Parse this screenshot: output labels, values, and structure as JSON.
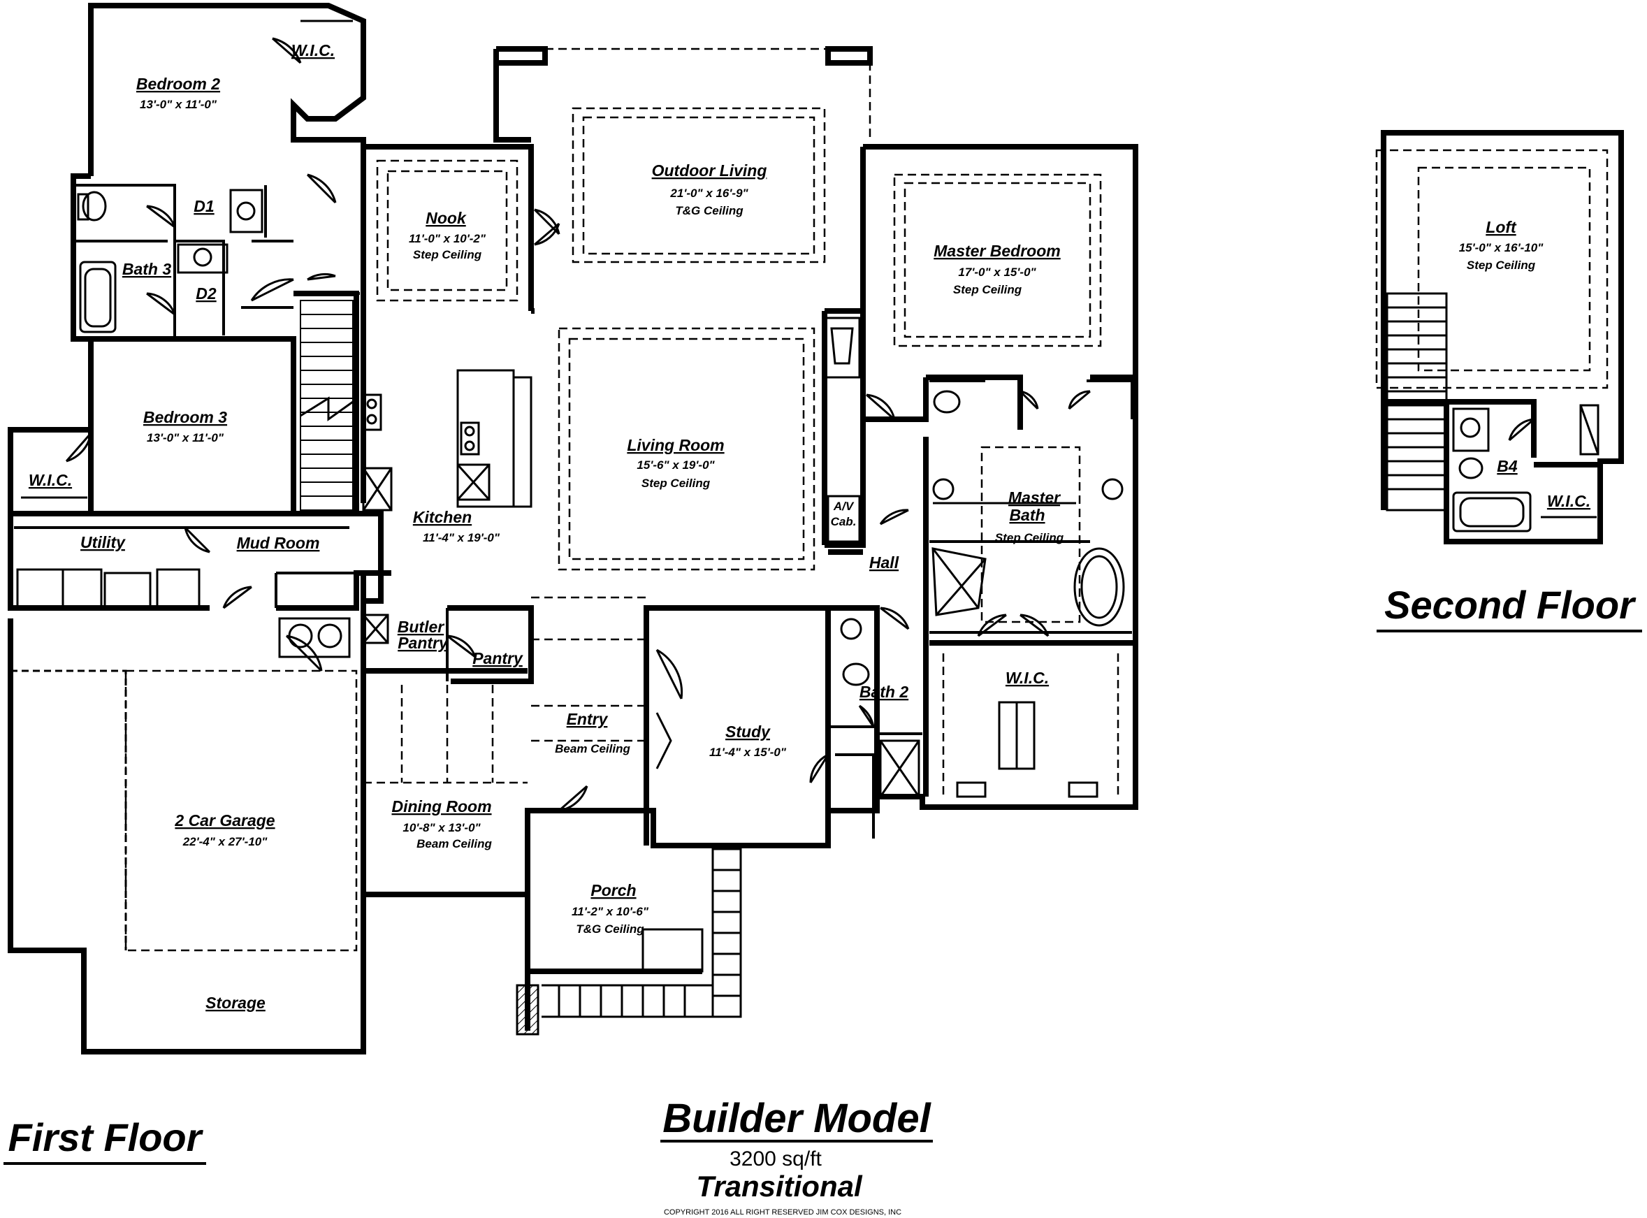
{
  "title": "Builder Model",
  "sqft": "3200 sq/ft",
  "style": "Transitional",
  "copyright": "COPYRIGHT 2016 ALL RIGHT RESERVED JIM COX DESIGNS, INC",
  "first_floor_label": "First Floor",
  "second_floor_label": "Second Floor",
  "rooms": {
    "bedroom2": {
      "name": "Bedroom 2",
      "dims": "13'-0\" x 11'-0\""
    },
    "wic_bed2": {
      "name": "W.I.C."
    },
    "d1": {
      "name": "D1"
    },
    "d2": {
      "name": "D2"
    },
    "bath3": {
      "name": "Bath 3"
    },
    "bedroom3": {
      "name": "Bedroom 3",
      "dims": "13'-0\" x 11'-0\""
    },
    "wic_bed3": {
      "name": "W.I.C."
    },
    "nook": {
      "name": "Nook",
      "dims": "11'-0\" x 10'-2\"",
      "ceiling": "Step Ceiling"
    },
    "outdoor_living": {
      "name": "Outdoor Living",
      "dims": "21'-0\" x 16'-9\"",
      "ceiling": "T&G Ceiling"
    },
    "master_bedroom": {
      "name": "Master Bedroom",
      "dims": "17'-0\" x 15'-0\"",
      "ceiling": "Step Ceiling"
    },
    "living_room": {
      "name": "Living Room",
      "dims": "15'-6\" x 19'-0\"",
      "ceiling": "Step Ceiling"
    },
    "av_cab": {
      "line1": "A/V",
      "line2": "Cab."
    },
    "kitchen": {
      "name": "Kitchen",
      "dims": "11'-4\" x 19'-0\""
    },
    "utility": {
      "name": "Utility"
    },
    "mud_room": {
      "name": "Mud Room"
    },
    "butler_pantry": {
      "line1": "Butler",
      "line2": "Pantry"
    },
    "pantry": {
      "name": "Pantry"
    },
    "hall": {
      "name": "Hall"
    },
    "master_bath": {
      "line1": "Master",
      "line2": "Bath",
      "ceiling": "Step Ceiling"
    },
    "wic_master": {
      "name": "W.I.C."
    },
    "bath2": {
      "name": "Bath 2"
    },
    "entry": {
      "name": "Entry",
      "ceiling": "Beam Ceiling"
    },
    "study": {
      "name": "Study",
      "dims": "11'-4\" x 15'-0\""
    },
    "garage": {
      "name": "2 Car Garage",
      "dims": "22'-4\" x 27'-10\""
    },
    "storage": {
      "name": "Storage"
    },
    "dining_room": {
      "name": "Dining Room",
      "dims": "10'-8\" x 13'-0\"",
      "ceiling": "Beam Ceiling"
    },
    "porch": {
      "name": "Porch",
      "dims": "11'-2\" x 10'-6\"",
      "ceiling": "T&G Ceiling"
    },
    "loft": {
      "name": "Loft",
      "dims": "15'-0\" x 16'-10\"",
      "ceiling": "Step Ceiling"
    },
    "b4": {
      "name": "B4"
    },
    "wic_loft": {
      "name": "W.I.C."
    }
  },
  "colors": {
    "ink": "#000000",
    "paper": "#ffffff"
  }
}
